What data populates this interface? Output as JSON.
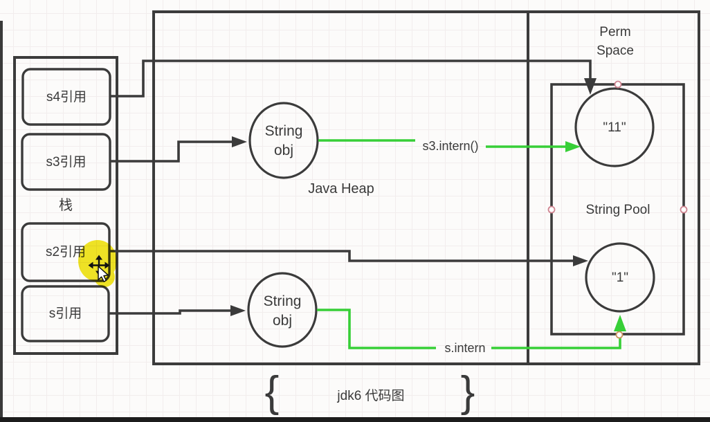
{
  "colors": {
    "shape_stroke": "#3b3b3b",
    "intern_green": "#37cf37",
    "highlight_yellow": "#f0e306",
    "handle_pink": "#cf8490",
    "handle_tan": "#c9935f",
    "grid_line": "#f2eded",
    "canvas_background": "#fcfbfa",
    "letterbox_black": "#1c1c1c"
  },
  "stack": {
    "label": "栈",
    "items": [
      {
        "label": "s4引用"
      },
      {
        "label": "s3引用"
      },
      {
        "label": "s2引用"
      },
      {
        "label": "s引用"
      }
    ]
  },
  "heap": {
    "label": "Java Heap",
    "objects": [
      {
        "label": "String obj"
      },
      {
        "label": "String obj"
      }
    ]
  },
  "perm": {
    "label": "Perm Space",
    "pool_label": "String Pool",
    "constants": [
      {
        "label": "\"11\""
      },
      {
        "label": "\"1\""
      }
    ]
  },
  "edge_labels": {
    "s3_intern": "s3.intern()",
    "s_intern": "s.intern"
  },
  "caption": {
    "left_brace": "{",
    "text": "jdk6 代码图",
    "right_brace": "}"
  },
  "icons": [
    "move-cursor-icon",
    "pointer-cursor-icon"
  ]
}
